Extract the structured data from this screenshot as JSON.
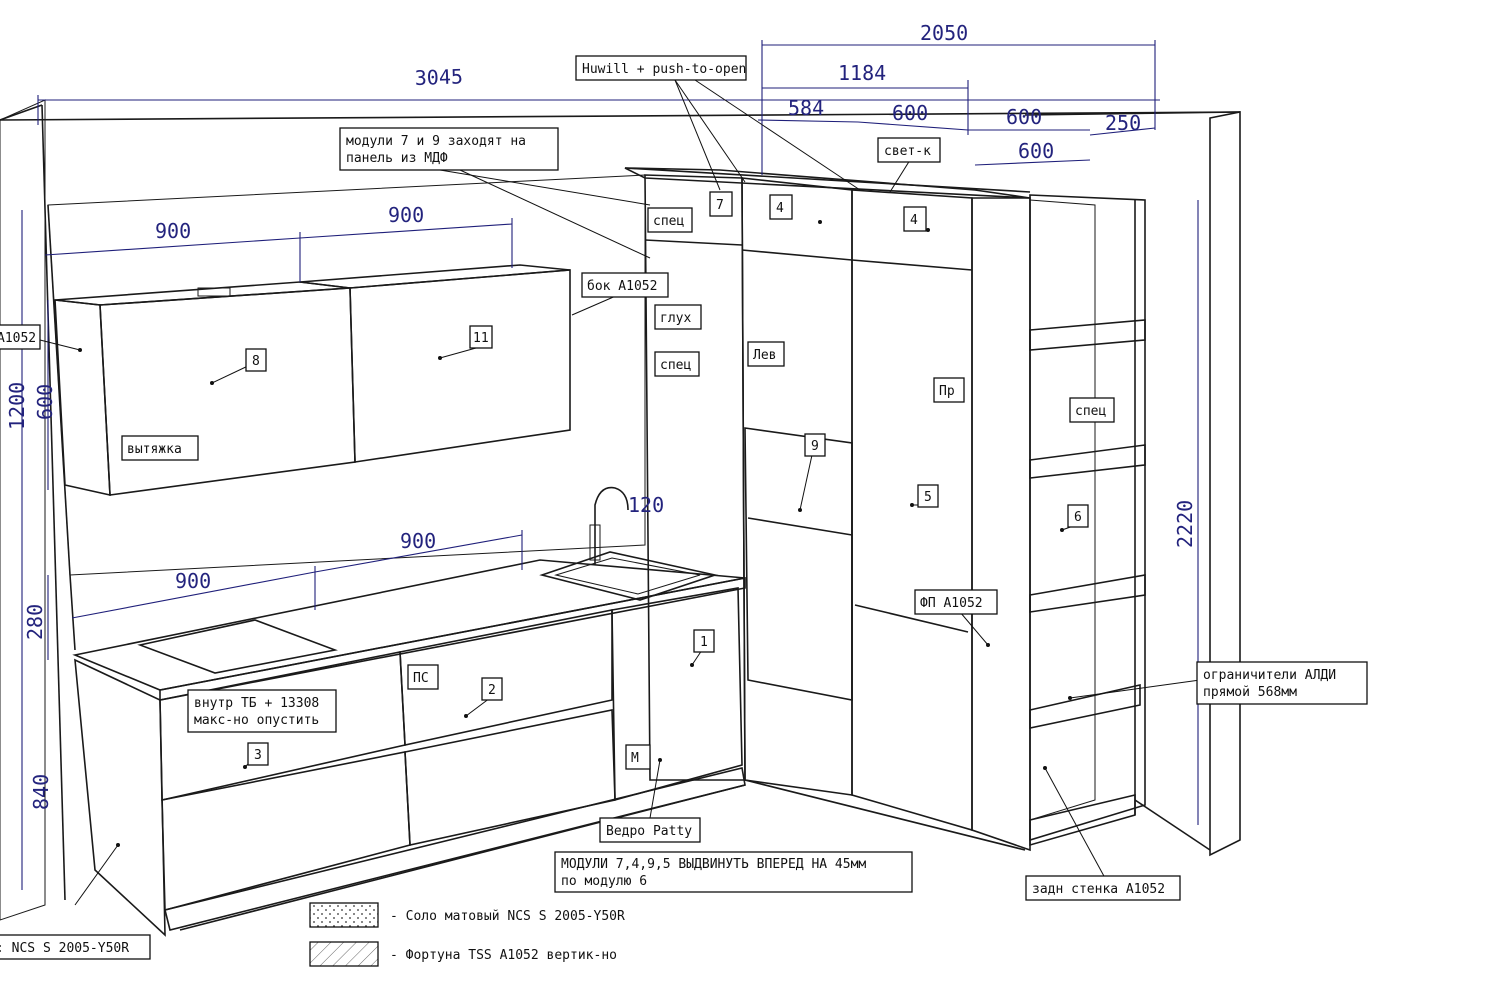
{
  "colors": {
    "line": "#1a1a1a",
    "dimension": "#23237d",
    "background": "#ffffff"
  },
  "dimensions": {
    "d3045": "3045",
    "d2050": "2050",
    "d1184": "1184",
    "d584": "584",
    "d600_a": "600",
    "d600_b": "600",
    "d600_c": "600",
    "d250": "250",
    "d900_a": "900",
    "d900_b": "900",
    "d900_c": "900",
    "d900_d": "900",
    "d1200": "1200",
    "d600_v": "600",
    "d280": "280",
    "d840": "840",
    "d2220": "2220",
    "d120": "120"
  },
  "notes": {
    "handle": "Huwill + push-to-open",
    "mdf_line1": "модули 7 и 9 заходят на",
    "mdf_line2": "панель из МДФ",
    "light": "свет-к",
    "spec1": "спец",
    "spec2": "спец",
    "spec3": "спец",
    "side": "бок А1052",
    "glukh": "глух",
    "lev": "Лев",
    "pr": "Пр",
    "hood": "вытяжка",
    "fp": "ФП А1052",
    "limiters_line1": "ограничители АЛДИ",
    "limiters_line2": "прямой 568мм",
    "inner_line1": "внутр ТБ + 13308",
    "inner_line2": "макс-но опустить",
    "ps": "ПС",
    "m": "М",
    "bucket": "Ведро Patty",
    "modules_line1": "МОДУЛИ 7,4,9,5 ВЫДВИНУТЬ ВПЕРЕД НА 45мм",
    "modules_line2": "по модулю 6",
    "back": "задн стенка А1052",
    "left_a1052": "А1052",
    "left_ncs": ": NCS S 2005-Y50R"
  },
  "modules": {
    "m1": "1",
    "m2": "2",
    "m3": "3",
    "m4a": "4",
    "m4b": "4",
    "m5": "5",
    "m6": "6",
    "m7": "7",
    "m8": "8",
    "m9": "9",
    "m11": "11"
  },
  "legend": {
    "dotted": "- Соло матовый NCS S 2005-Y50R",
    "hatched": "- Фортуна TSS A1052 вертик-но"
  }
}
